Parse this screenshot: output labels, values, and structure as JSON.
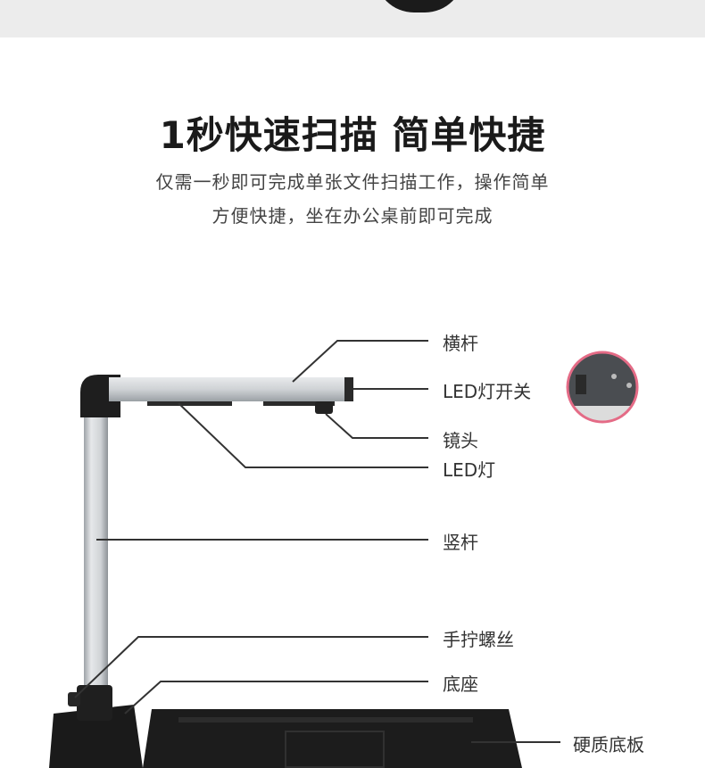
{
  "headline": "1秒快速扫描 简单快捷",
  "subtitle_line1": "仅需一秒即可完成单张文件扫描工作，操作简单",
  "subtitle_line2": "方便快捷，坐在办公桌前即可完成",
  "labels": {
    "crossbar": "横杆",
    "led_switch": "LED灯开关",
    "lens": "镜头",
    "led_light": "LED灯",
    "vertical_pole": "竖杆",
    "hand_screw": "手拧螺丝",
    "base": "底座",
    "hard_board": "硬质底板"
  },
  "colors": {
    "accent_circle": "#e46b86",
    "leader_line": "#333333",
    "metal": "#c9cccf",
    "dark_plastic": "#1c1c1c"
  }
}
